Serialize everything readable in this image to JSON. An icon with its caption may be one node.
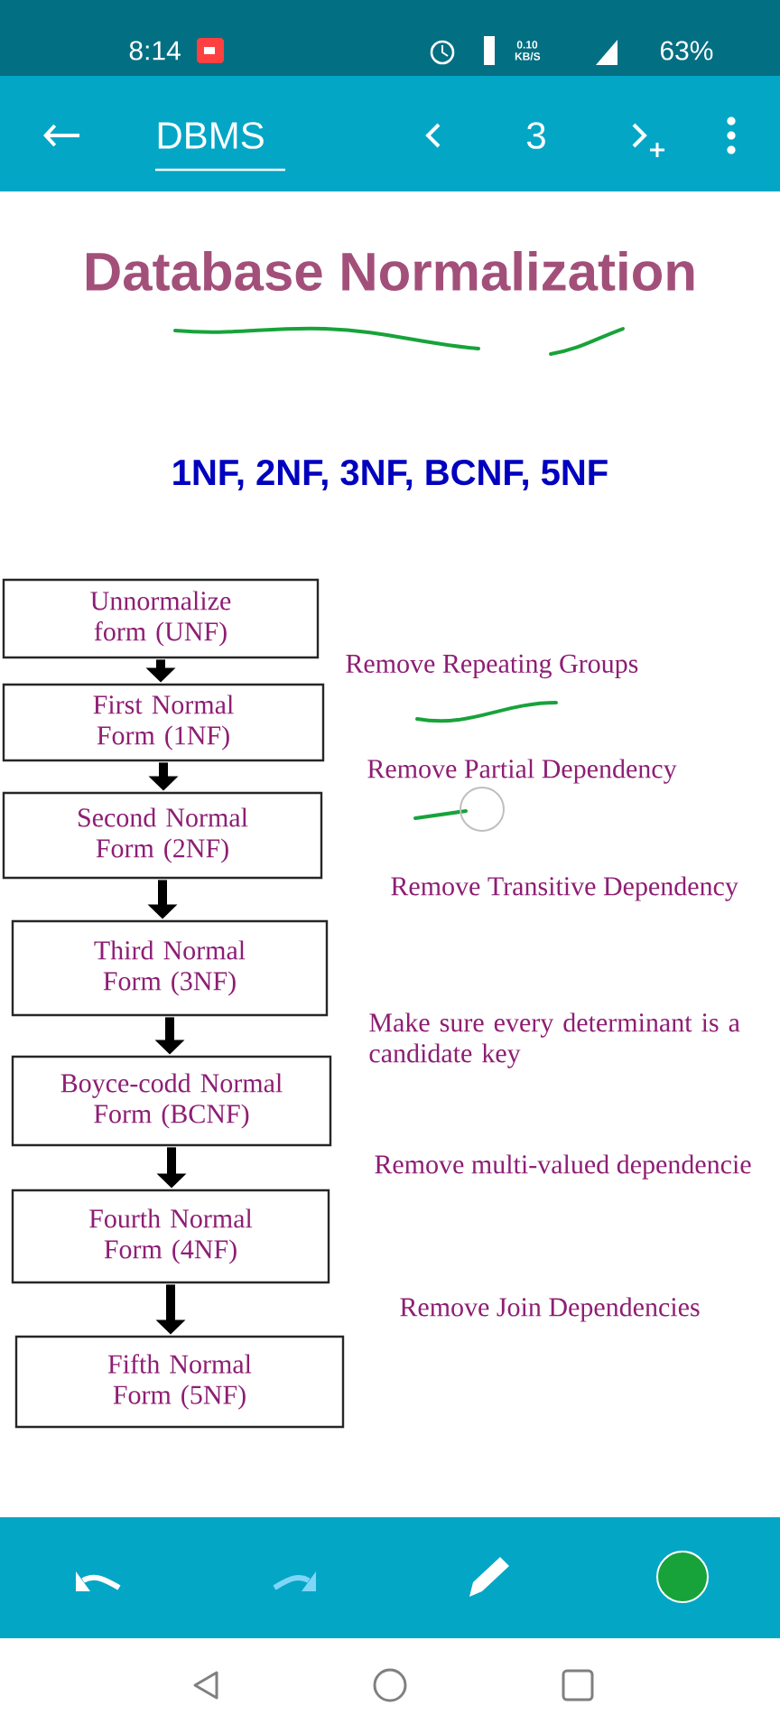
{
  "diagram": {
    "title": "Database Normalization",
    "nodes": [
      {
        "text": [
          "Unnormalize form (UNF)"
        ]
      },
      {
        "text": [
          "First Normal Form (1NF)"
        ]
      },
      {
        "text": [
          "Second Normal Form (2NF)"
        ]
      },
      {
        "text": [
          "Third Normal Form (3NF)"
        ]
      },
      {
        "text": [
          "Boyce-codd Normal Form (BCNF)"
        ]
      },
      {
        "text": [
          "Fourth Normal Form (4NF)"
        ]
      },
      {
        "text": [
          "Fifth Normal Form (5NF)"
        ]
      }
    ],
    "edges": [
      {
        "from": 0,
        "to": 1,
        "arrow": "to"
      },
      {
        "from": 1,
        "to": 2,
        "arrow": "to"
      },
      {
        "from": 2,
        "to": 3,
        "arrow": "to"
      },
      {
        "from": 3,
        "to": 4,
        "arrow": "to"
      },
      {
        "from": 4,
        "to": 5,
        "arrow": "to"
      },
      {
        "from": 5,
        "to": 6,
        "arrow": "to"
      }
    ],
    "labels": [
      "8:14",
      "0.10 KB/S",
      "63%",
      "DBMS",
      "3",
      "1NF, 2NF, 3NF, BCNF, 5NF",
      "Remove Repeating Groups",
      "Remove Partial Dependency",
      "Remove Transitive Dependency",
      "Make sure every determinant is a candidate key",
      "Remove multi-valued dependencie",
      "Remove Join Dependencies"
    ]
  }
}
